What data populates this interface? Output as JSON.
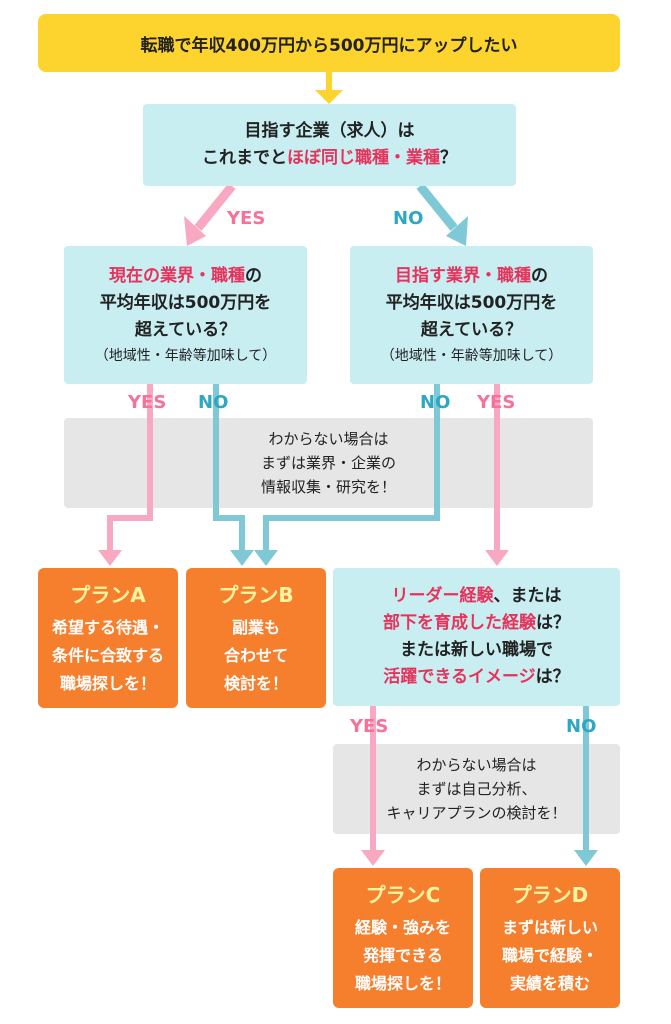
{
  "top": {
    "text": "転職で年収400万円から500万円にアップしたい"
  },
  "q1": {
    "line1": "目指す企業（求人）は",
    "line2_pre": "これまでと",
    "line2_hl": "ほぼ同じ職種・業種",
    "line2_post": "？"
  },
  "q2": {
    "line1_hl": "現在の業界・職種",
    "line1_post": "の",
    "line2": "平均年収は500万円を",
    "line3": "超えている？",
    "note": "（地域性・年齢等加味して）"
  },
  "q3": {
    "line1_hl": "目指す業界・職種",
    "line1_post": "の",
    "line2": "平均年収は500万円を",
    "line3": "超えている？",
    "note": "（地域性・年齢等加味して）"
  },
  "info1": {
    "line1": "わからない場合は",
    "line2": "まずは業界・企業の",
    "line3": "情報収集・研究を！"
  },
  "q4": {
    "line1_hl": "リーダー経験",
    "line1_post": "、または",
    "line2_hl": "部下を育成した経験",
    "line2_post": "は？",
    "line3": "または新しい職場で",
    "line4_hl": "活躍できるイメージ",
    "line4_post": "は？"
  },
  "info2": {
    "line1": "わからない場合は",
    "line2": "まずは自己分析、",
    "line3": "キャリアプランの検討を！"
  },
  "planA": {
    "title": "プランA",
    "line1": "希望する待遇・",
    "line2": "条件に合致する",
    "line3": "職場探しを！"
  },
  "planB": {
    "title": "プランB",
    "line1": "副業も",
    "line2": "合わせて",
    "line3": "検討を！"
  },
  "planC": {
    "title": "プランC",
    "line1": "経験・強みを",
    "line2": "発揮できる",
    "line3": "職場探しを！"
  },
  "planD": {
    "title": "プランD",
    "line1": "まずは新しい",
    "line2": "職場で経験・",
    "line3": "実績を積む"
  },
  "labels": {
    "yes": "YES",
    "no": "NO"
  },
  "colors": {
    "start_box": "#fdd32d",
    "question_box": "#c9eef1",
    "info_box": "#e6e6e6",
    "plan_box": "#f67f2e",
    "plan_title": "#fff5a0",
    "highlight": "#e6335c",
    "yes_arrow": "#f9a8c2",
    "no_arrow": "#7fc9d6",
    "neutral_arrow": "#fdd32d"
  }
}
